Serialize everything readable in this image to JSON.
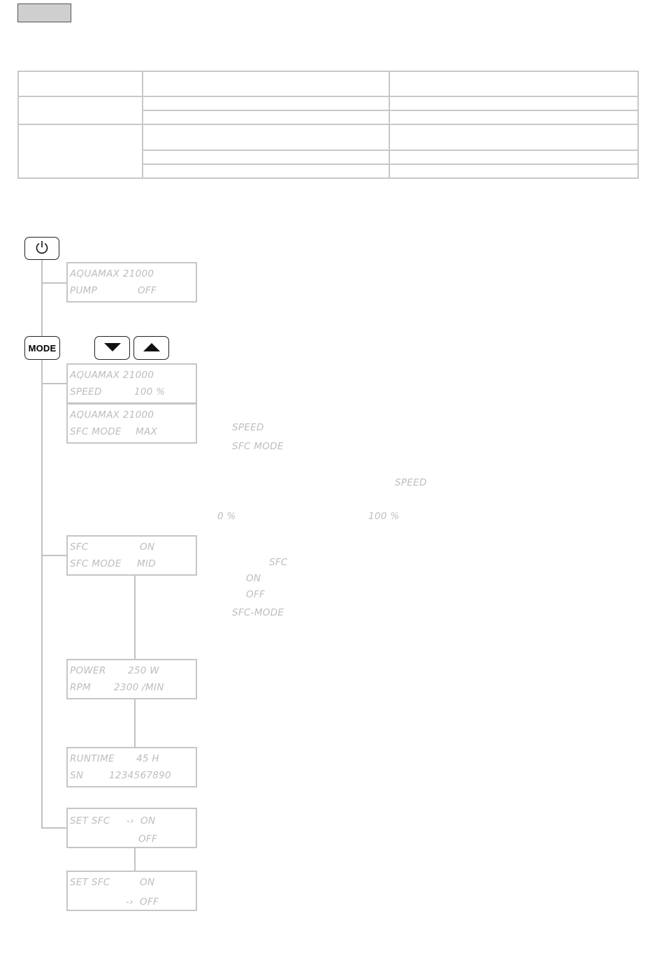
{
  "screens": {
    "power_off": {
      "r1": "AQUAMAX 21000",
      "r2_label": "PUMP",
      "r2_value": "OFF"
    },
    "speed": {
      "r1": "AQUAMAX 21000",
      "r2_label": "SPEED",
      "r2_value": "100 %"
    },
    "sfc_mode": {
      "r1": "AQUAMAX 21000",
      "r2_label": "SFC MODE",
      "r2_value": "MAX"
    },
    "sfc_status": {
      "r1_label": "SFC",
      "r1_value": "ON",
      "r2_label": "SFC MODE",
      "r2_value": "MID"
    },
    "power": {
      "r1_label": "POWER",
      "r1_value": "250 W",
      "r2_label": "RPM",
      "r2_value": "2300 /MIN"
    },
    "runtime": {
      "r1_label": "RUNTIME",
      "r1_value": "45 H",
      "r2_label": "SN",
      "r2_value": "1234567890"
    },
    "set_sfc_on": {
      "r1_label": "SET SFC",
      "r1_value": "-›  ON",
      "r2_value": "OFF"
    },
    "set_sfc_off": {
      "r1_label": "SET SFC",
      "r1_value": "ON",
      "r2_value": "-›  OFF"
    }
  },
  "notes": {
    "speed": "SPEED",
    "sfc_mode": "SFC MODE",
    "speed_ref": "SPEED",
    "min_speed": "0 %",
    "max_speed": "100 %",
    "sfc": "SFC",
    "on": "ON",
    "off": "OFF",
    "sfc_mode_dash": "SFC-MODE"
  },
  "buttons": {
    "mode_label": "MODE"
  },
  "icons": {
    "power": "power-icon",
    "down": "arrow-down-icon",
    "up": "arrow-up-icon"
  }
}
